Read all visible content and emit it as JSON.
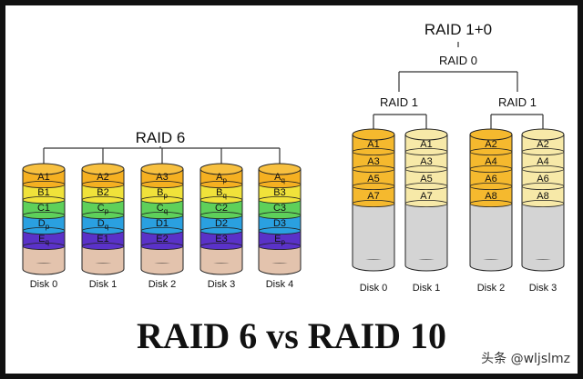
{
  "raid6": {
    "title": "RAID 6",
    "disks": [
      {
        "label": "Disk 0",
        "segments": [
          "A1",
          "B1",
          "C1",
          "Dp",
          "Eq"
        ]
      },
      {
        "label": "Disk 1",
        "segments": [
          "A2",
          "B2",
          "Cp",
          "Dq",
          "E1"
        ]
      },
      {
        "label": "Disk 2",
        "segments": [
          "A3",
          "Bp",
          "Cq",
          "D1",
          "E2"
        ]
      },
      {
        "label": "Disk 3",
        "segments": [
          "Ap",
          "Bq",
          "C2",
          "D2",
          "E3"
        ]
      },
      {
        "label": "Disk 4",
        "segments": [
          "Aq",
          "B3",
          "C3",
          "D3",
          "Ep"
        ]
      }
    ],
    "colors": [
      "#f5b021",
      "#f0e23a",
      "#5ed05a",
      "#2aa0e0",
      "#5a32c8"
    ]
  },
  "raid10": {
    "title": "RAID 1+0",
    "stripe_label": "RAID 0",
    "mirror_labels": [
      "RAID 1",
      "RAID 1"
    ],
    "disks": [
      {
        "label": "Disk 0",
        "segments": [
          "A1",
          "A3",
          "A5",
          "A7"
        ],
        "color": "#f5b92e"
      },
      {
        "label": "Disk 1",
        "segments": [
          "A1",
          "A3",
          "A5",
          "A7"
        ],
        "color": "#f7e9a8"
      },
      {
        "label": "Disk 2",
        "segments": [
          "A2",
          "A4",
          "A6",
          "A8"
        ],
        "color": "#f5b92e"
      },
      {
        "label": "Disk 3",
        "segments": [
          "A2",
          "A4",
          "A6",
          "A8"
        ],
        "color": "#f7e9a8"
      }
    ]
  },
  "headline": "RAID 6 vs RAID 10",
  "watermark": "头条 @wljslmz"
}
